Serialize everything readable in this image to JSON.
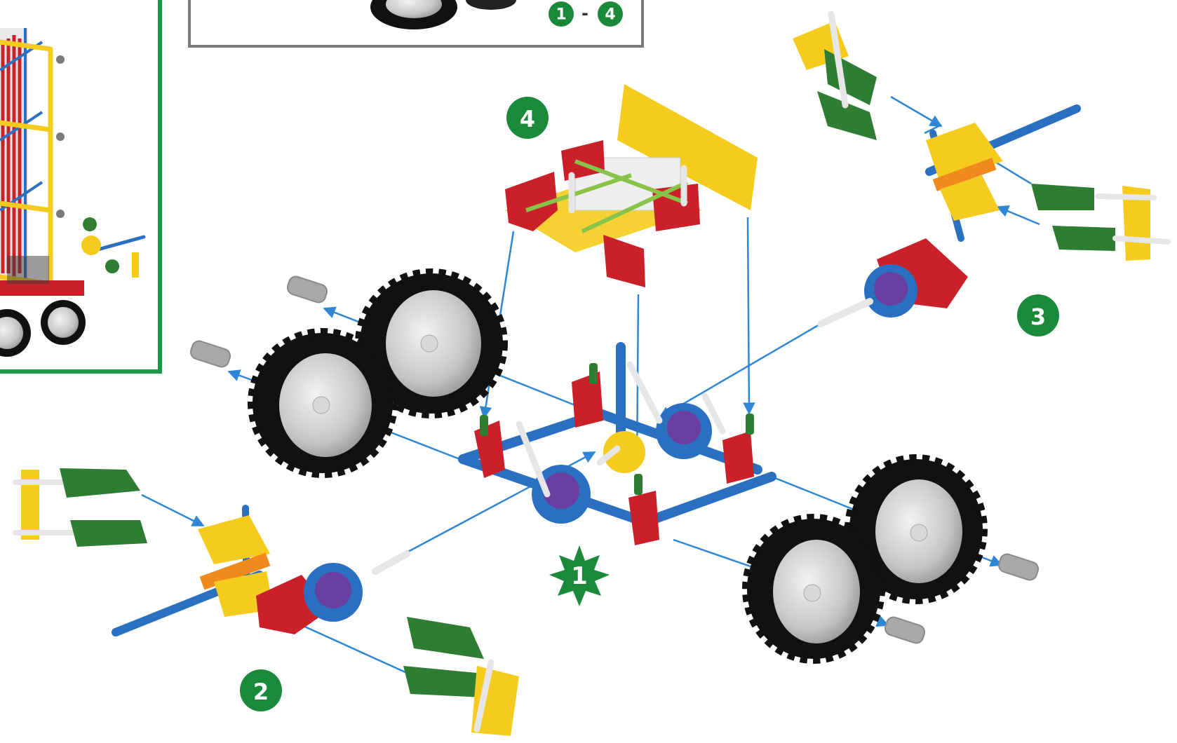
{
  "inset": {
    "range_start": "1",
    "range_separator": "-",
    "range_end": "4"
  },
  "steps": {
    "step1": "1",
    "step2": "2",
    "step3": "3",
    "step4": "4"
  },
  "colors": {
    "green_badge": "#1a8a3a",
    "frame_green": "#1b9a4a",
    "frame_gray": "#7a7a7a",
    "arrow_blue": "#2e86d4",
    "rod_blue": "#2a6fc0",
    "connector_red": "#c9202a",
    "connector_yellow": "#f5cc1e",
    "connector_green": "#2e7d32",
    "connector_purple": "#6a3fa0",
    "connector_orange": "#f08a1c",
    "tire_black": "#111111",
    "hub_gray": "#c8c8c8"
  },
  "parts": {
    "wheels": 4,
    "hub_caps": 4
  }
}
